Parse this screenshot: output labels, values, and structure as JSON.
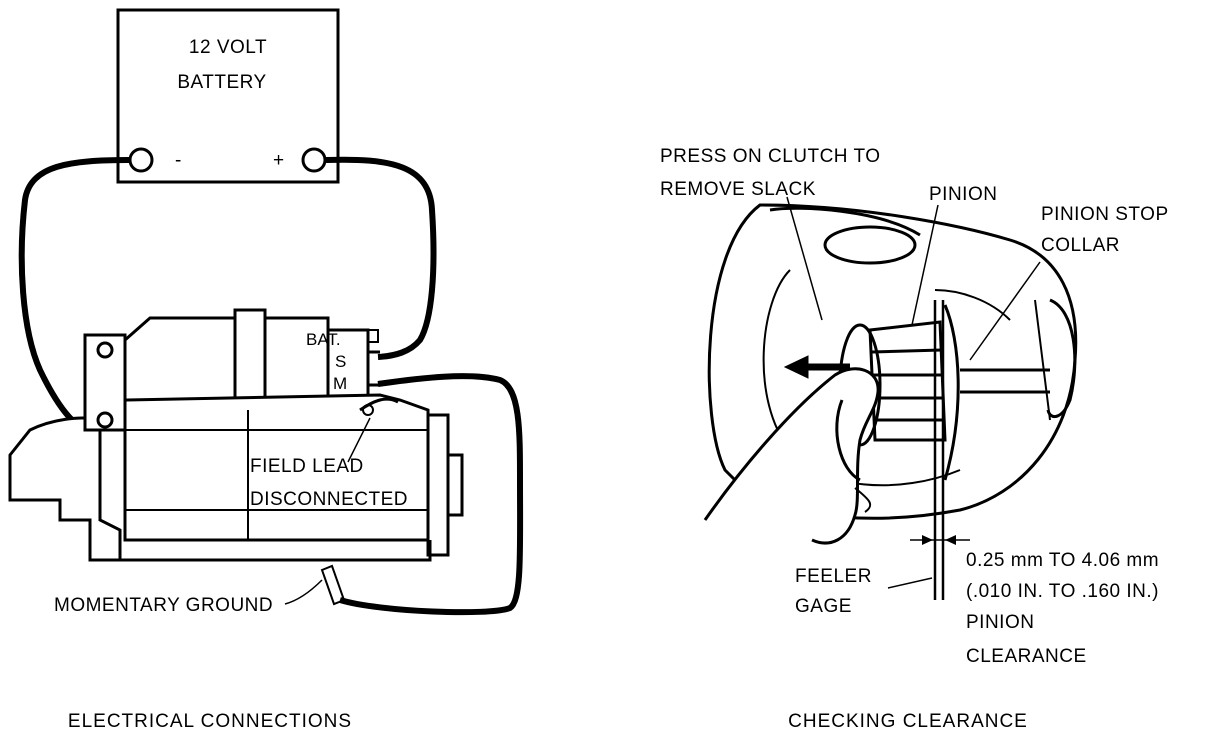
{
  "left": {
    "battery_line1": "12 VOLT",
    "battery_line2": "BATTERY",
    "minus": "-",
    "plus": "+",
    "term_bat": "BAT.",
    "term_s": "S",
    "term_m": "M",
    "field_line1": "FIELD LEAD",
    "field_line2": "DISCONNECTED",
    "ground": "MOMENTARY GROUND",
    "caption": "ELECTRICAL CONNECTIONS"
  },
  "right": {
    "press_line1": "PRESS ON CLUTCH TO",
    "press_line2": "REMOVE SLACK",
    "pinion": "PINION",
    "stop_line1": "PINION STOP",
    "stop_line2": "COLLAR",
    "feeler_line1": "FEELER",
    "feeler_line2": "GAGE",
    "clear_line1": "0.25 mm TO 4.06 mm",
    "clear_line2": "(.010 IN. TO .160 IN.)",
    "clear_line3": "PINION",
    "clear_line4": "CLEARANCE",
    "caption": "CHECKING CLEARANCE"
  }
}
